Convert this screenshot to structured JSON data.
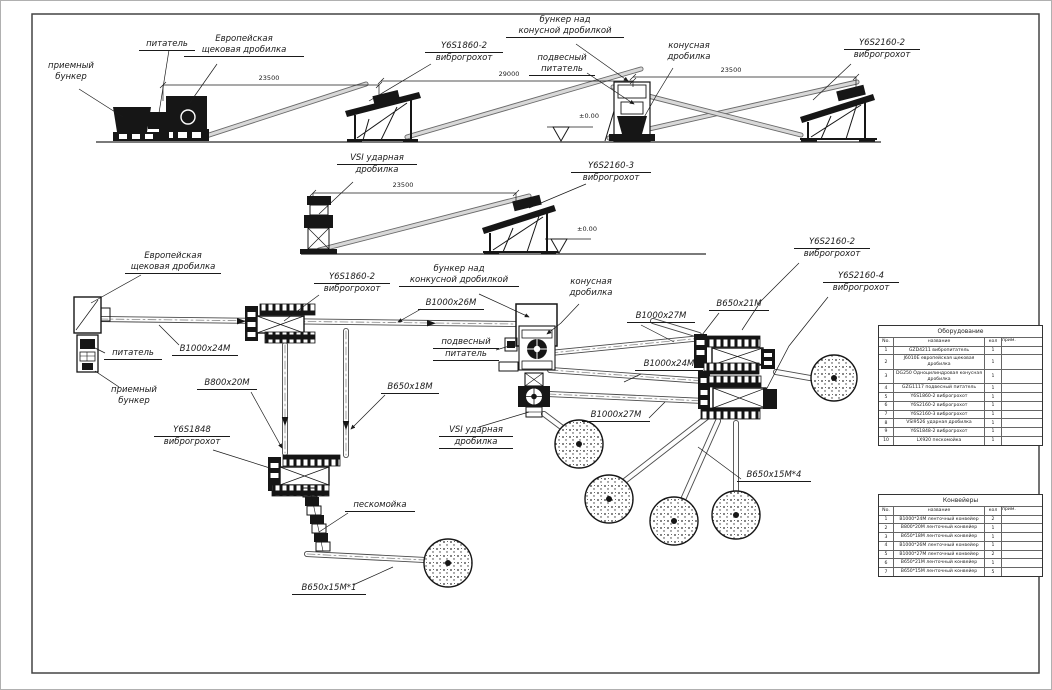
{
  "labels": {
    "recv_bunker_elev": {
      "l1": "приемный",
      "l2": "бункер"
    },
    "feeder_elev": {
      "l1": "питатель"
    },
    "jaw_elev": {
      "l1": "Европейская",
      "l2": "щековая дробилка"
    },
    "screen1860_elev": {
      "l1": "Y6S1860-2",
      "l2": "виброгрохот"
    },
    "bunker_cone_elev": {
      "l1": "бункер над",
      "l2": "конусной дробилкой"
    },
    "susp_feeder_elev": {
      "l1": "подвесный",
      "l2": "питатель"
    },
    "cone_elev": {
      "l1": "конусная",
      "l2": "дробилка"
    },
    "screen2160_2_elev": {
      "l1": "Y6S2160-2",
      "l2": "виброгрохот"
    },
    "vsi_elev": {
      "l1": "VSI ударная",
      "l2": "дробилка"
    },
    "screen2160_3_elev": {
      "l1": "Y6S2160-3",
      "l2": "виброгрохот"
    },
    "jaw_plan": {
      "l1": "Европейская",
      "l2": "щековая дробилка"
    },
    "feeder_plan": {
      "l1": "питатель"
    },
    "recv_bunker_plan": {
      "l1": "приемный",
      "l2": "бункер"
    },
    "b1000x24_plan": {
      "l1": "B1000x24M"
    },
    "screen1860_plan": {
      "l1": "Y6S1860-2",
      "l2": "виброгрохот"
    },
    "b800x20_plan": {
      "l1": "B800x20M"
    },
    "b650x18_plan": {
      "l1": "B650x18M"
    },
    "bunker_cone_plan": {
      "l1": "бункер над",
      "l2": "конкусной дробилкой"
    },
    "cone_plan": {
      "l1": "конусная",
      "l2": "дробилка"
    },
    "b1000x26_plan": {
      "l1": "B1000x26M"
    },
    "susp_feeder_plan": {
      "l1": "подвесный",
      "l2": "питатель"
    },
    "vsi_plan": {
      "l1": "VSI ударная",
      "l2": "дробилка"
    },
    "b1000x27_plan_1": {
      "l1": "B1000x27M"
    },
    "b650x21_plan": {
      "l1": "B650x21M"
    },
    "screen2160_2_plan": {
      "l1": "Y6S2160-2",
      "l2": "виброгрохот"
    },
    "screen2160_4_plan": {
      "l1": "Y6S2160-4",
      "l2": "виброгрохот"
    },
    "b1000x24_plan_2": {
      "l1": "B1000x24M"
    },
    "b1000x27_plan_2": {
      "l1": "B1000x27M"
    },
    "b650x15_4_plan": {
      "l1": "B650x15M*4"
    },
    "screen1848_plan": {
      "l1": "Y6S1848",
      "l2": "виброгрохот"
    },
    "sand_washer_plan": {
      "l1": "пескомойка"
    },
    "b650x15_1_plan": {
      "l1": "B650x15M*1"
    }
  },
  "dimensions": {
    "d1": "23500",
    "d2": "29000",
    "d3": "23500",
    "d4": "23500"
  },
  "benchmarks": {
    "b1": "±0.00",
    "b2": "±0.00"
  },
  "equipment_table": {
    "title": "Оборудование",
    "headers": {
      "no": "No.",
      "name": "название",
      "qty": "кол",
      "note": "прим."
    },
    "rows": [
      {
        "no": "1",
        "name": "GZD4211 вибропитатель",
        "qty": "1",
        "note": ""
      },
      {
        "no": "2",
        "name": "J6010E европейская щековая дробилка",
        "qty": "1",
        "note": ""
      },
      {
        "no": "3",
        "name": "DG250 Одноцилиндровая конусная дробилка",
        "qty": "1",
        "note": ""
      },
      {
        "no": "4",
        "name": "GZG1117 подвесный питатель",
        "qty": "1",
        "note": ""
      },
      {
        "no": "5",
        "name": "Y6S1860-2 виброгрохот",
        "qty": "1",
        "note": ""
      },
      {
        "no": "6",
        "name": "Y6S2160-2 виброгрохот",
        "qty": "1",
        "note": ""
      },
      {
        "no": "7",
        "name": "Y6S2160-3 виброгрохот",
        "qty": "1",
        "note": ""
      },
      {
        "no": "8",
        "name": "VSI9526 ударная дробилка",
        "qty": "1",
        "note": ""
      },
      {
        "no": "9",
        "name": "Y6S1848-2 виброгрохот",
        "qty": "1",
        "note": ""
      },
      {
        "no": "10",
        "name": "LX920 пескомойка",
        "qty": "1",
        "note": ""
      }
    ]
  },
  "conveyor_table": {
    "title": "Конвейеры",
    "headers": {
      "no": "No.",
      "name": "название",
      "qty": "кол",
      "note": "прим."
    },
    "rows": [
      {
        "no": "1",
        "name": "B1000*24M ленточный конвейер",
        "qty": "2",
        "note": ""
      },
      {
        "no": "2",
        "name": "B800*20M ленточный конвейер",
        "qty": "1",
        "note": ""
      },
      {
        "no": "3",
        "name": "B650*18M ленточный конвейер",
        "qty": "1",
        "note": ""
      },
      {
        "no": "4",
        "name": "B1000*26M ленточный конвейер",
        "qty": "1",
        "note": ""
      },
      {
        "no": "5",
        "name": "B1000*27M ленточный конвейер",
        "qty": "2",
        "note": ""
      },
      {
        "no": "6",
        "name": "B650*21M ленточный конвейер",
        "qty": "1",
        "note": ""
      },
      {
        "no": "7",
        "name": "B650*15M ленточный конвейер",
        "qty": "5",
        "note": ""
      }
    ]
  }
}
